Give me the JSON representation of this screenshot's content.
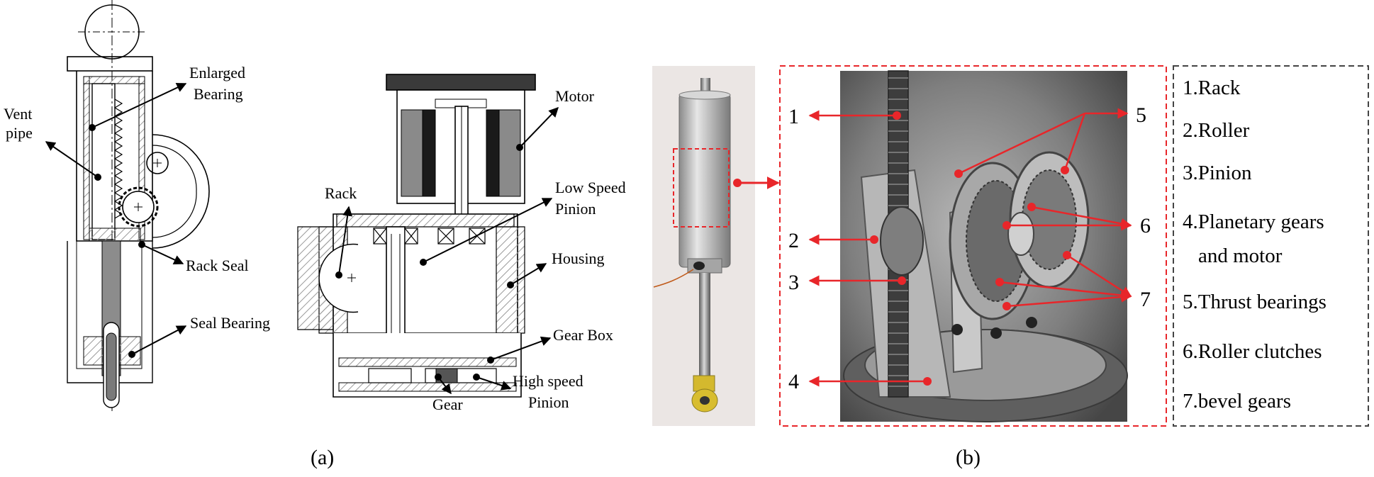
{
  "panel_a": {
    "caption": "(a)",
    "labels": {
      "vent_pipe_1": "Vent",
      "vent_pipe_2": "pipe",
      "enlarged_bearing_1": "Enlarged",
      "enlarged_bearing_2": "Bearing",
      "rack_seal": "Rack Seal",
      "seal_bearing": "Seal Bearing",
      "rack": "Rack",
      "motor": "Motor",
      "low_speed_pinion_1": "Low Speed",
      "low_speed_pinion_2": "Pinion",
      "housing": "Housing",
      "gear_box": "Gear Box",
      "high_speed_pinion_1": "High speed",
      "high_speed_pinion_2": "Pinion",
      "gear": "Gear"
    }
  },
  "panel_b": {
    "caption": "(b)",
    "callout_numbers": [
      "1",
      "2",
      "3",
      "4",
      "5",
      "6",
      "7"
    ],
    "legend": [
      "1.Rack",
      "2.Roller",
      "3.Pinion",
      "4.Planetary gears",
      "and motor",
      "5.Thrust bearings",
      "6.Roller clutches",
      "7.bevel gears"
    ]
  },
  "colors": {
    "callout_red": "#e8262a",
    "line_black": "#000000",
    "hatch_gray": "#9a9a9a",
    "shaft_gray": "#808080",
    "metal_light": "#c9c9c9",
    "metal_dark": "#6f6f6f",
    "legend_border": "#444444"
  }
}
